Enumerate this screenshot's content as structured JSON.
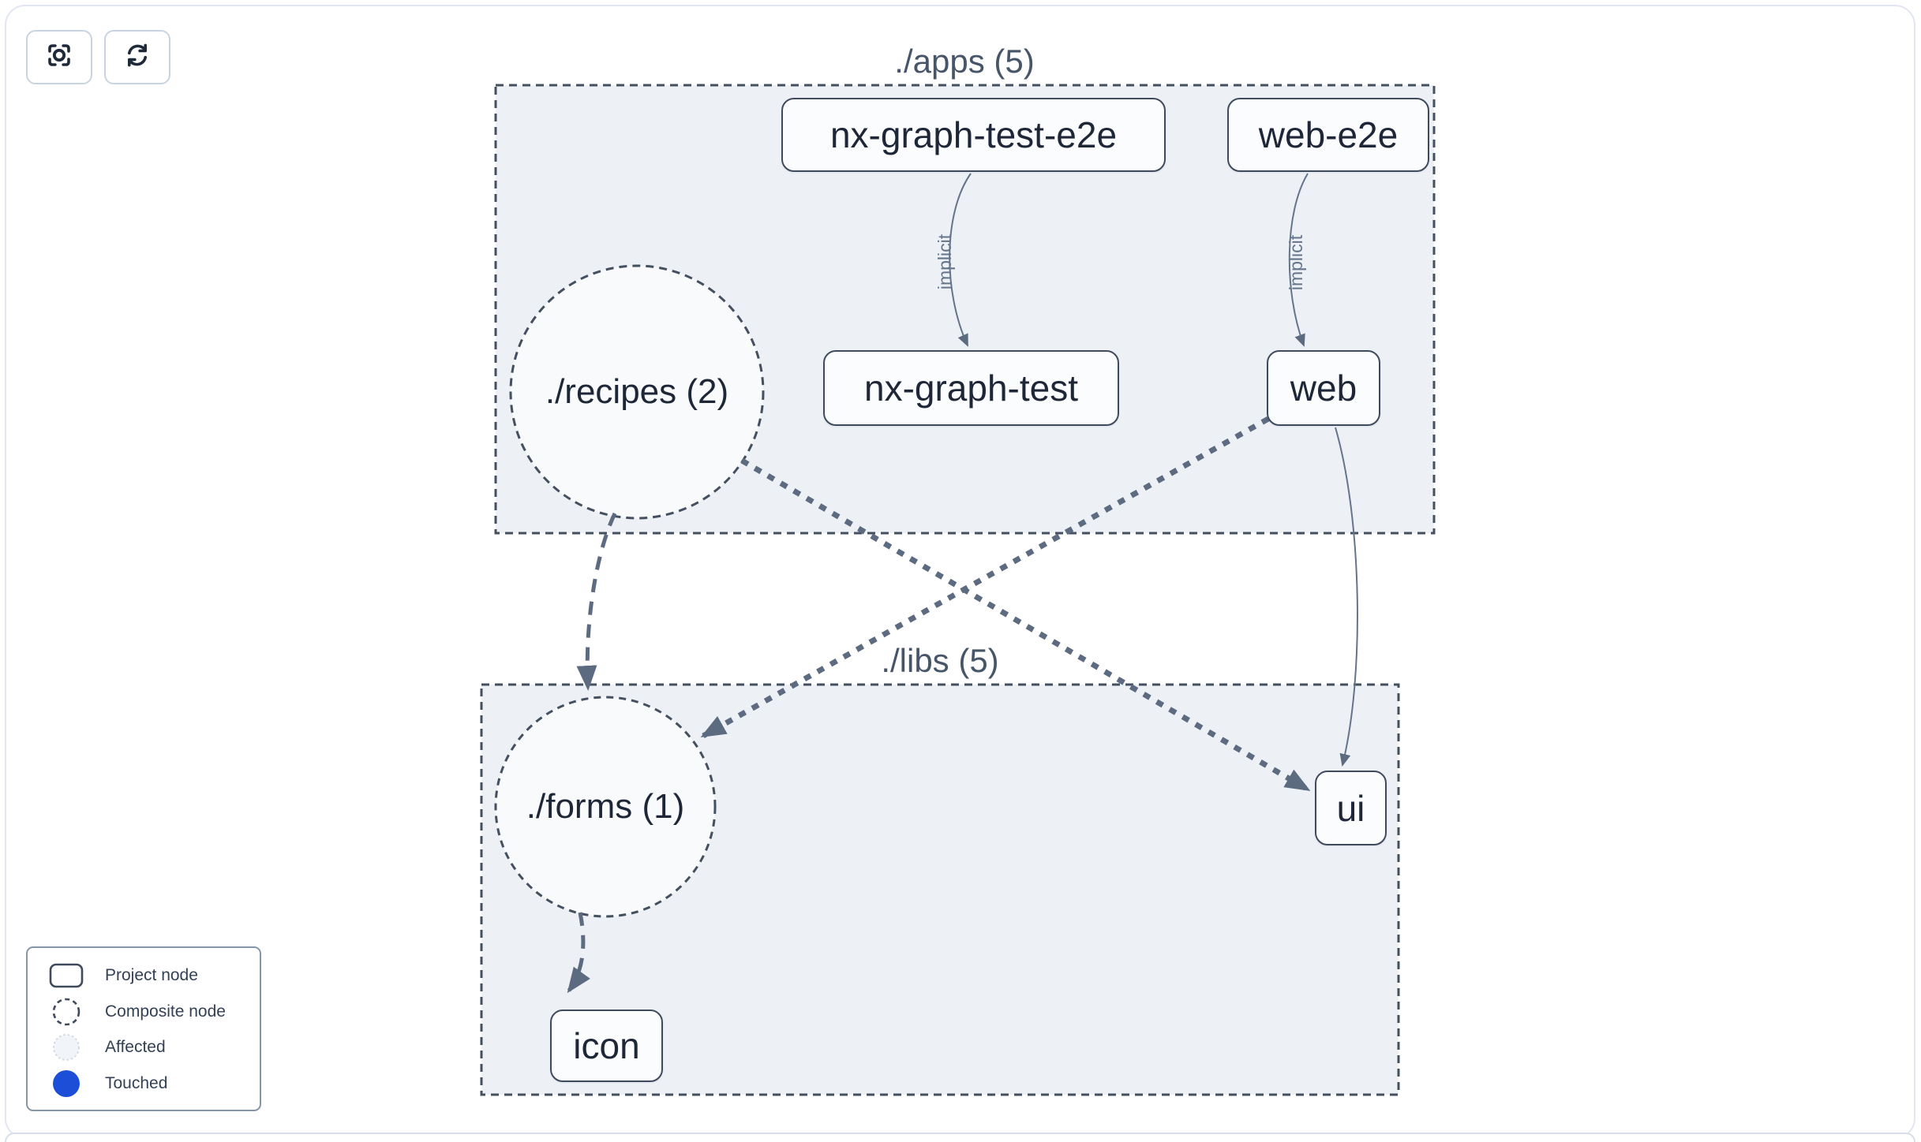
{
  "toolbar": {
    "focus_icon": "focus-scan",
    "refresh_icon": "refresh-arrows"
  },
  "groups": [
    {
      "id": "apps",
      "label": "./apps (5)"
    },
    {
      "id": "libs",
      "label": "./libs (5)"
    }
  ],
  "nodes": {
    "project": [
      {
        "label": "nx-graph-test-e2e"
      },
      {
        "label": "web-e2e"
      },
      {
        "label": "nx-graph-test"
      },
      {
        "label": "web"
      },
      {
        "label": "ui"
      },
      {
        "label": "icon"
      }
    ],
    "composite": [
      {
        "label": "./recipes (2)"
      },
      {
        "label": "./forms (1)"
      }
    ]
  },
  "edges": [
    {
      "from": "nx-graph-test-e2e",
      "to": "nx-graph-test",
      "label": "implicit",
      "style": "solid-curve"
    },
    {
      "from": "web-e2e",
      "to": "web",
      "label": "implicit",
      "style": "solid-curve"
    },
    {
      "from": "web",
      "to": "ui",
      "style": "solid-curve"
    },
    {
      "from": "./recipes (2)",
      "to": "./forms (1)",
      "style": "dashed"
    },
    {
      "from": "./recipes (2)",
      "to": "ui",
      "style": "thick-dotted"
    },
    {
      "from": "web",
      "to": "./forms (1)",
      "style": "thick-dotted"
    },
    {
      "from": "./forms (1)",
      "to": "icon",
      "style": "dashed"
    }
  ],
  "legend": {
    "items": [
      {
        "icon": "project-node-icon",
        "label": "Project node"
      },
      {
        "icon": "composite-node-icon",
        "label": "Composite node"
      },
      {
        "icon": "affected-icon",
        "label": "Affected"
      },
      {
        "icon": "touched-icon",
        "label": "Touched"
      }
    ]
  },
  "colors": {
    "touched": "#1d4ed8",
    "affected": "#f1f5f9",
    "edge": "#5d6b80",
    "group_fill": "#edf1f6",
    "group_stroke": "#44505f",
    "node_border": "#3f4b5d"
  }
}
